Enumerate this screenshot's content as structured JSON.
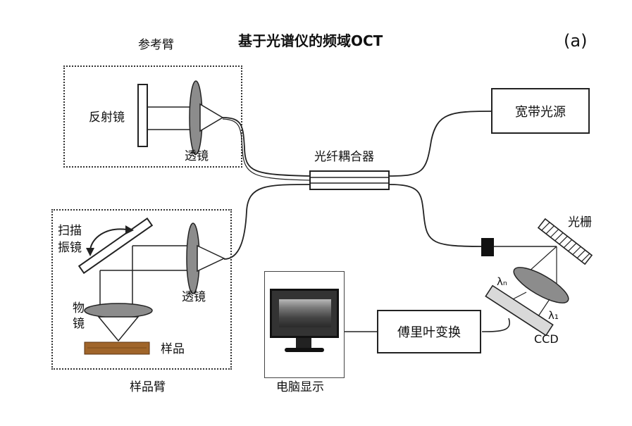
{
  "title": "基于光谱仪的频域OCT",
  "panel_label": "(a)",
  "reference_arm": {
    "label": "参考臂",
    "mirror_label": "反射镜",
    "lens_label": "透镜"
  },
  "sample_arm": {
    "label": "样品臂",
    "scan_mirror_label_line1": "扫描",
    "scan_mirror_label_line2": "振镜",
    "objective_label_line1": "物",
    "objective_label_line2": "镜",
    "lens_label": "透镜",
    "sample_label": "样品"
  },
  "coupler_label": "光纤耦合器",
  "source_label": "宽带光源",
  "grating_label": "光栅",
  "ccd_label": "CCD",
  "lambda_1": "λ₁",
  "lambda_n": "λₙ",
  "fourier_label": "傅里叶变换",
  "display_label": "电脑显示",
  "colors": {
    "line": "#1a1a1a",
    "sample_wood": "#a0652a",
    "screen": "#2b2b2b"
  },
  "icons": [
    "mirror-icon",
    "lens-icon",
    "grating-icon",
    "ccd-icon",
    "monitor-icon",
    "connector-icon"
  ]
}
